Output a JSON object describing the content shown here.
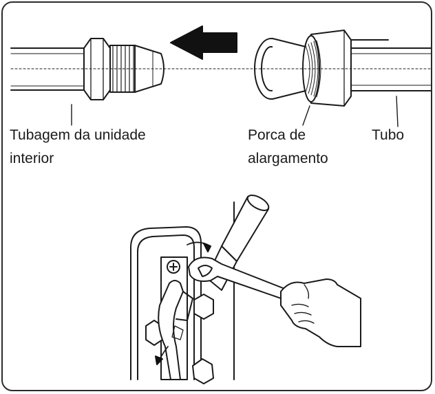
{
  "labels": {
    "indoor_piping_line1": "Tubagem da unidade",
    "indoor_piping_line2": "interior",
    "flare_nut_line1": "Porca de",
    "flare_nut_line2": "alargamento",
    "pipe": "Tubo"
  },
  "icons": [
    "left-arrow-icon",
    "hand-icon",
    "wrench-icon",
    "rotation-arrow-icon",
    "screw-icon"
  ]
}
